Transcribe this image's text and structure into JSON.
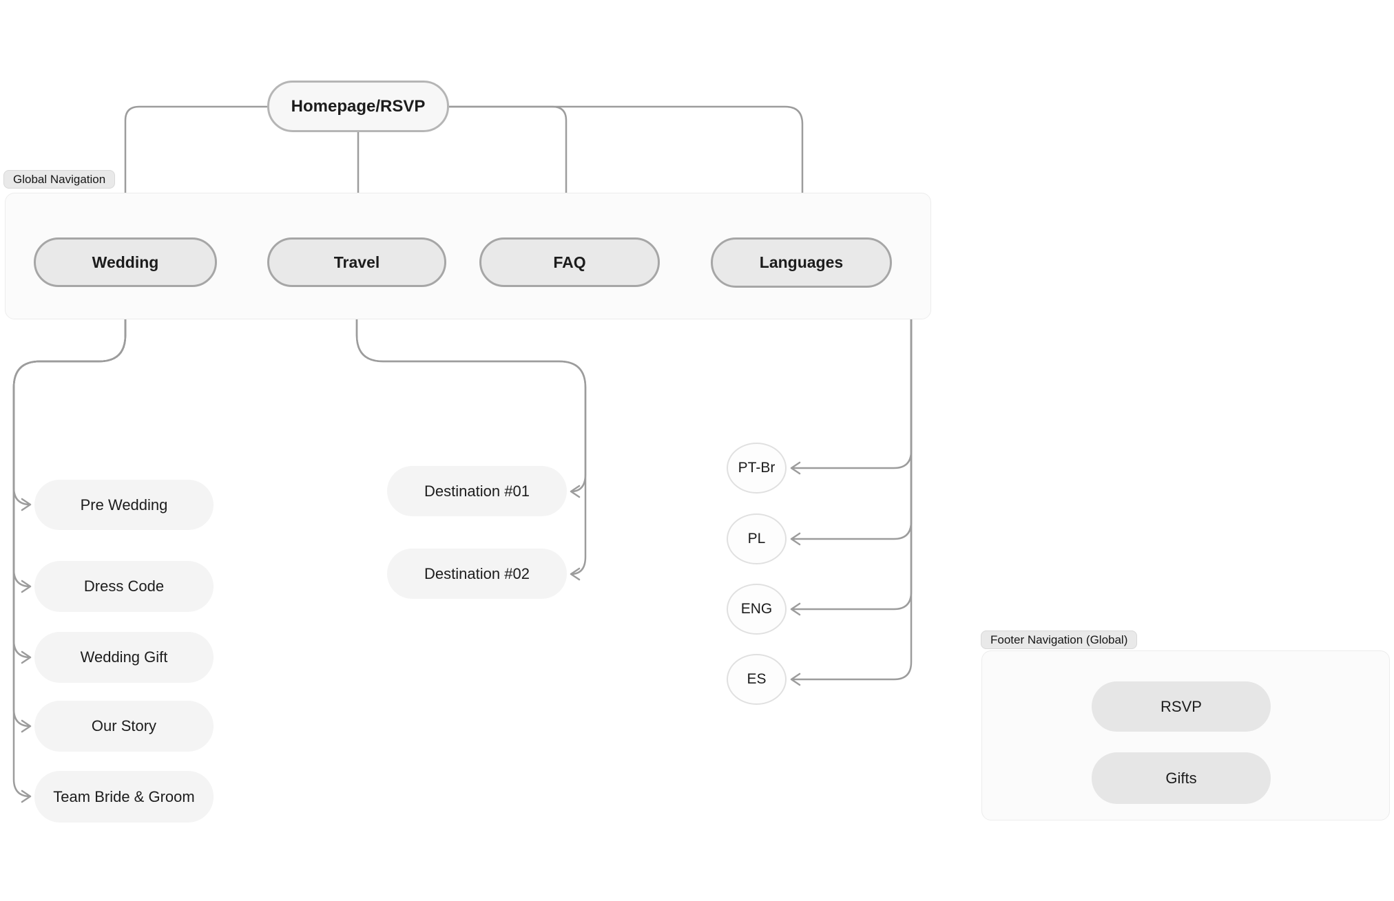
{
  "colors": {
    "canvas_bg": "#ffffff",
    "connector": "#9c9c9c",
    "root_fill": "#f7f7f7",
    "root_border": "#b5b5b5",
    "nav_fill": "#e9e9e9",
    "nav_border": "#a6a6a6",
    "page_fill": "#f4f4f4",
    "circle_fill": "#fdfdfd",
    "circle_border": "#e0e0e0",
    "footer_btn_fill": "#e6e6e6",
    "section_fill": "#fbfbfb",
    "section_border": "#ececec",
    "label_fill": "#e9e9e9",
    "text": "#1c1c1c"
  },
  "root": {
    "label": "Homepage/RSVP"
  },
  "global_nav": {
    "section_label": "Global Navigation",
    "items": [
      {
        "label": "Wedding"
      },
      {
        "label": "Travel"
      },
      {
        "label": "FAQ"
      },
      {
        "label": "Languages"
      }
    ]
  },
  "wedding_pages": {
    "items": [
      {
        "label": "Pre Wedding"
      },
      {
        "label": "Dress Code"
      },
      {
        "label": "Wedding Gift"
      },
      {
        "label": "Our Story"
      },
      {
        "label": "Team Bride & Groom"
      }
    ]
  },
  "travel_pages": {
    "items": [
      {
        "label": "Destination #01"
      },
      {
        "label": "Destination #02"
      }
    ]
  },
  "language_options": {
    "items": [
      {
        "label": "PT-Br"
      },
      {
        "label": "PL"
      },
      {
        "label": "ENG"
      },
      {
        "label": "ES"
      }
    ]
  },
  "footer_nav": {
    "section_label": "Footer Navigation (Global)",
    "items": [
      {
        "label": "RSVP"
      },
      {
        "label": "Gifts"
      }
    ]
  }
}
